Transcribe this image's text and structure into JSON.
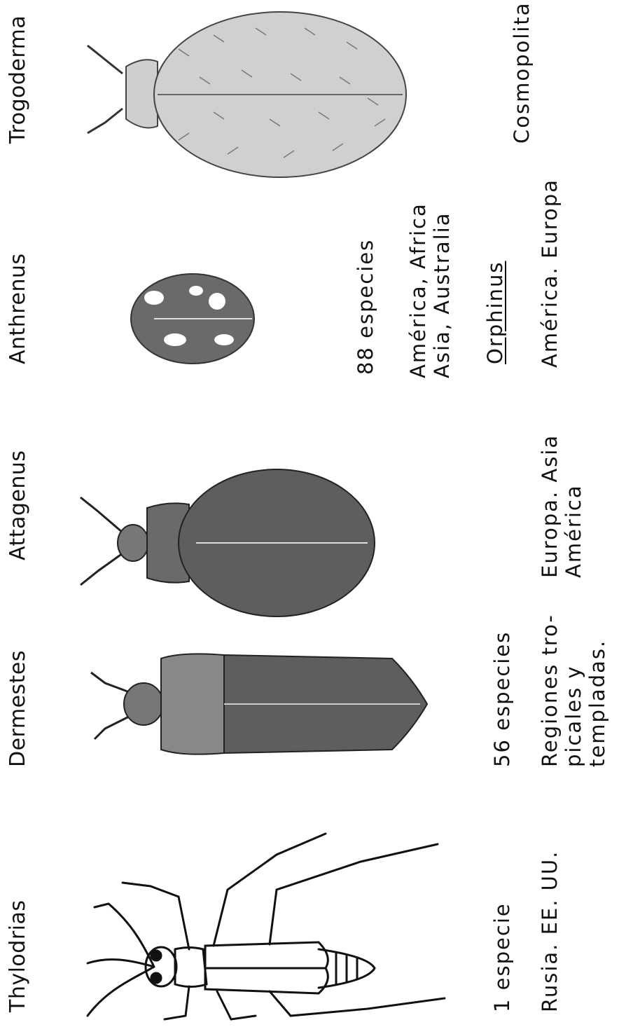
{
  "columns": [
    {
      "name": "Thylodrias",
      "species": "1 especie",
      "distribution": [
        "Rusia. EE. UU."
      ]
    },
    {
      "name": "Dermestes",
      "species": "56 especies",
      "distribution": [
        "Regiones tro-",
        "picales y",
        "templadas."
      ]
    },
    {
      "name": "Attagenus",
      "species": "",
      "distribution": [
        "Europa. Asia",
        "América"
      ]
    },
    {
      "name": "Anthrenus",
      "species": "88 especies",
      "distribution": [
        "América, Africa",
        "Asia, Australia"
      ]
    },
    {
      "name": "Trogoderma",
      "species": "",
      "distribution": [
        "Cosmopolita"
      ]
    }
  ],
  "orphinus": {
    "name": "Orphinus",
    "distribution": "América. Europa"
  },
  "colors": {
    "ink": "#111111",
    "dark_body": "#5e5e5e",
    "hair": "#6a6a6a",
    "paper": "#ffffff"
  }
}
